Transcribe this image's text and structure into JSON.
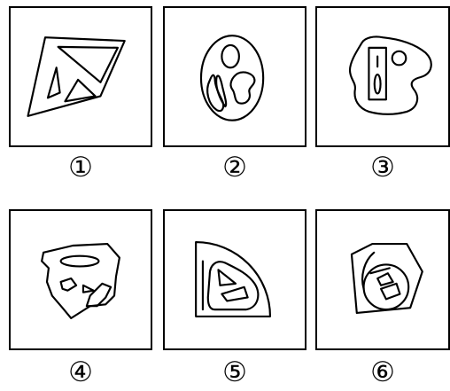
{
  "figures": [
    {
      "label": "①",
      "shape": "quadrilateral-with-triangles"
    },
    {
      "label": "②",
      "shape": "oval-with-blobs"
    },
    {
      "label": "③",
      "shape": "palette-with-rectangle-and-circle"
    },
    {
      "label": "④",
      "shape": "irregular-polygon-with-ellipse-and-blobs"
    },
    {
      "label": "⑤",
      "shape": "quarter-sector-with-nested-shapes"
    },
    {
      "label": "⑥",
      "shape": "pentagon-with-circle-and-segments"
    }
  ],
  "colors": {
    "stroke": "#000000",
    "background": "#ffffff"
  }
}
